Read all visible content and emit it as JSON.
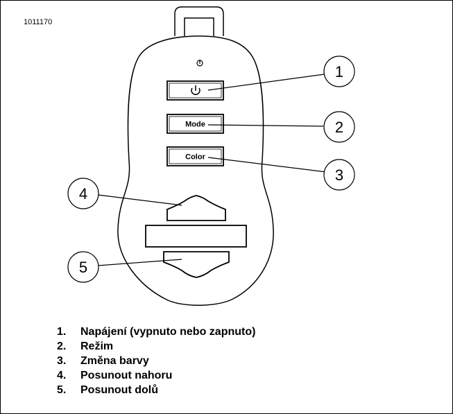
{
  "figure_id": "1011170",
  "remote": {
    "power_button_label": "⏻",
    "mode_button_label": "Mode",
    "color_button_label": "Color"
  },
  "callouts": [
    "1",
    "2",
    "3",
    "4",
    "5"
  ],
  "legend": [
    {
      "number": "1.",
      "text": "Napájení (vypnuto nebo zapnuto)"
    },
    {
      "number": "2.",
      "text": "Režim"
    },
    {
      "number": "3.",
      "text": "Změna barvy"
    },
    {
      "number": "4.",
      "text": "Posunout nahoru"
    },
    {
      "number": "5.",
      "text": "Posunout dolů"
    }
  ]
}
